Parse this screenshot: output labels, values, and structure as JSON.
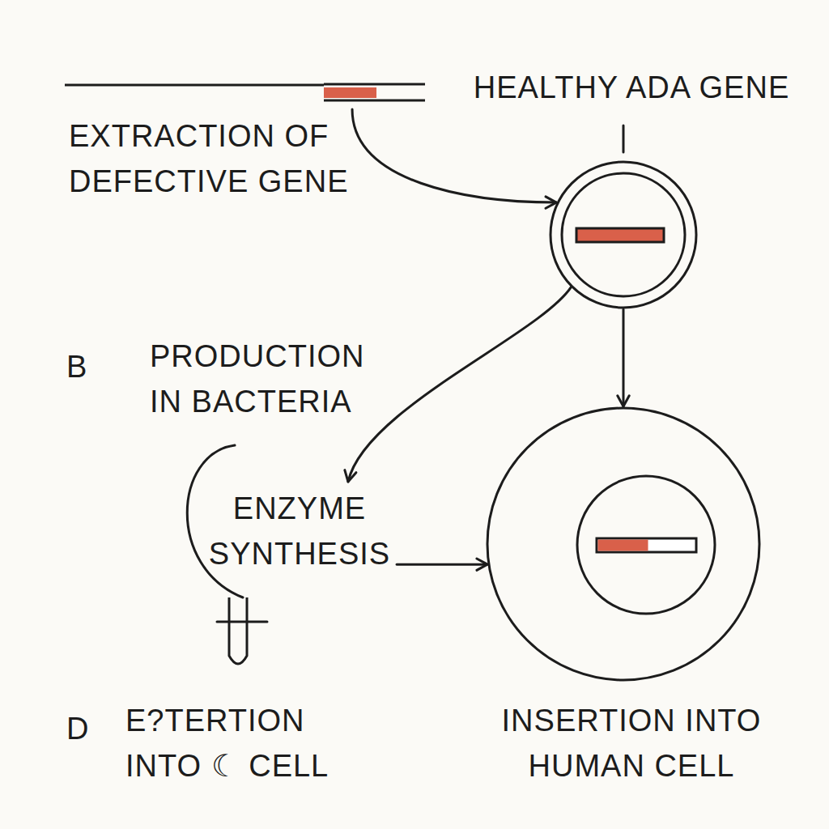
{
  "diagram": {
    "nodes": [
      {
        "text": [
          "EXTRACTION OF DEFECTIVE GENE"
        ]
      },
      {
        "text": [
          "HEALTHY ADA GENE"
        ]
      },
      {
        "text": [
          "ENZYME SYNTHESIS"
        ]
      },
      {
        "text": [
          "INSERTION INTO HUMAN CELL"
        ]
      }
    ],
    "edges": [
      {
        "from": 0,
        "to": 1,
        "arrow": "to"
      },
      {
        "from": 1,
        "to": 2,
        "arrow": "to"
      },
      {
        "from": 1,
        "to": 3,
        "arrow": "to"
      },
      {
        "from": 2,
        "to": 3,
        "arrow": "to"
      }
    ],
    "labels": [
      "B",
      "PRODUCTION IN BACTERIA",
      "D",
      "E?TERTION INTO ☾ CELL"
    ]
  }
}
